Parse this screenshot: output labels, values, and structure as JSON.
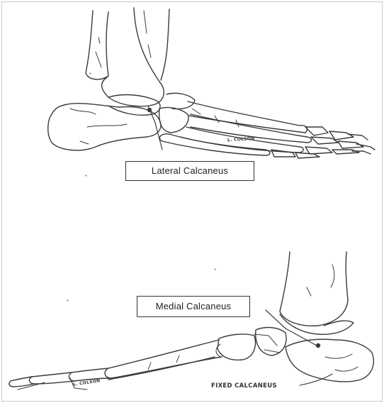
{
  "figure": {
    "top_label": "Lateral Calcaneus",
    "bottom_label": "Medial Calcaneus",
    "bottom_annotation": "FIXED CALCANEUS",
    "signature_top": "L. COLSON",
    "signature_bottom": "L. COLSON"
  },
  "colors": {
    "line": "#3a3a3a",
    "background": "#ffffff",
    "frame_border": "#c8c8c8"
  }
}
